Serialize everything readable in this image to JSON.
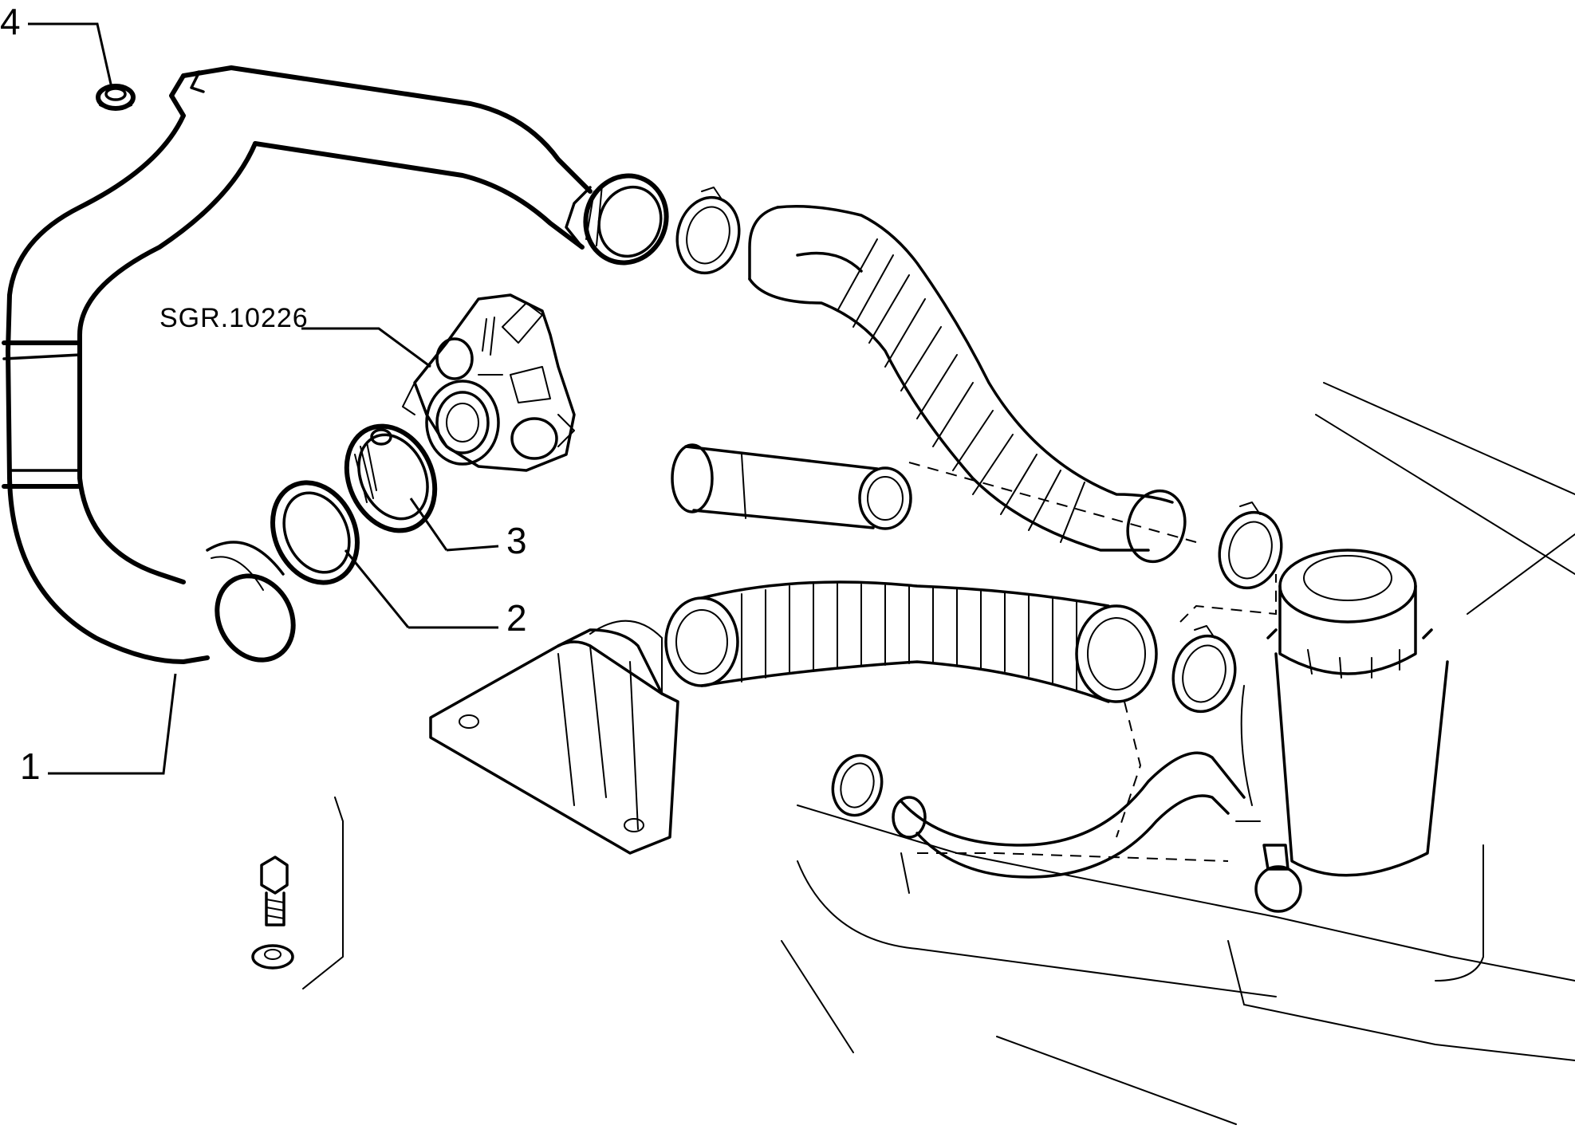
{
  "diagram": {
    "reference_code": "SGR.10226",
    "callouts": [
      {
        "id": "1",
        "label": "1"
      },
      {
        "id": "2",
        "label": "2"
      },
      {
        "id": "3",
        "label": "3"
      },
      {
        "id": "4",
        "label": "4"
      }
    ]
  }
}
